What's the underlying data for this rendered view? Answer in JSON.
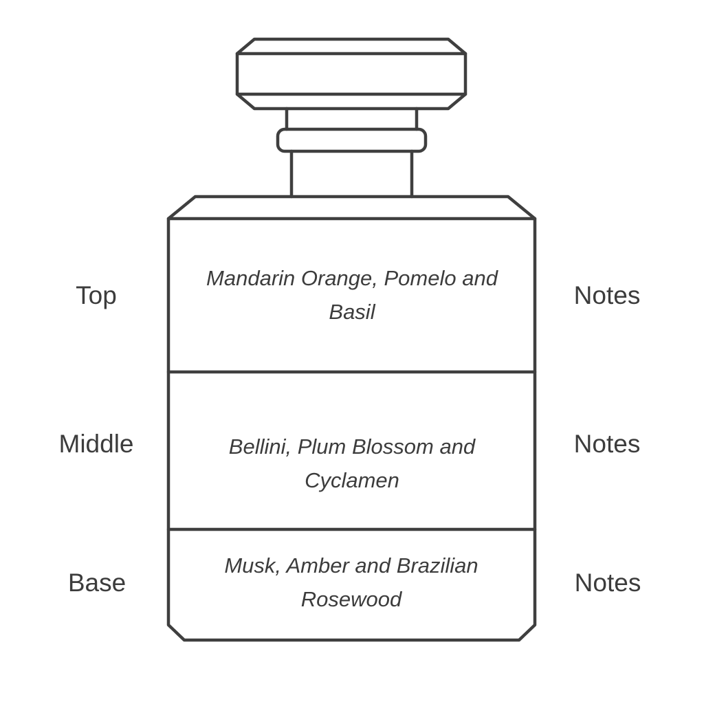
{
  "layers": [
    {
      "left_label": "Top",
      "right_label": "Notes",
      "notes_line1": "Mandarin Orange, Pomelo and",
      "notes_line2": "Basil"
    },
    {
      "left_label": "Middle",
      "right_label": "Notes",
      "notes_line1": "Bellini, Plum Blossom and",
      "notes_line2": "Cyclamen"
    },
    {
      "left_label": "Base",
      "right_label": "Notes",
      "notes_line1": "Musk, Amber and Brazilian",
      "notes_line2": "Rosewood"
    }
  ],
  "colors": {
    "outline": "#3f3f3f",
    "text": "#3c3c3c",
    "background": "#ffffff"
  }
}
